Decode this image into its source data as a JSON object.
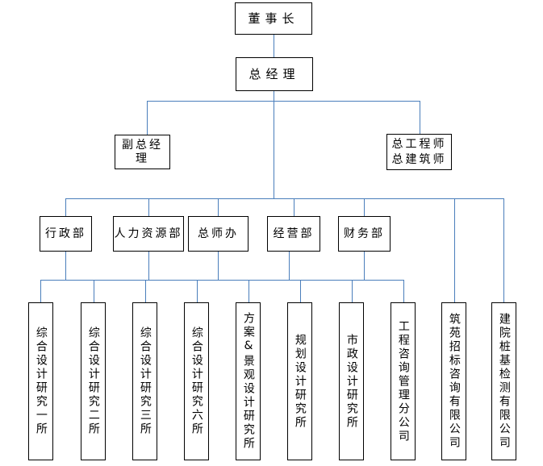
{
  "diagram": {
    "type": "org-chart",
    "colors": {
      "connector_line": "#4a7ebb",
      "box_border": "#000000",
      "box_fill": "#ffffff",
      "text": "#000000",
      "background": "#ffffff"
    },
    "chairman": "董事长",
    "general_manager": "总经理",
    "deputy_general_manager": "副总经理",
    "chief_engineer_lines": [
      "总工程师",
      "总建筑师"
    ],
    "departments": [
      "行政部",
      "人力资源部",
      "总师办",
      "经营部",
      "财务部"
    ],
    "units": [
      "综合设计研究一所",
      "综合设计研究二所",
      "综合设计研究三所",
      "综合设计研究六所",
      "方案&景观设计研究所",
      "规划设计研究所",
      "市政设计研究所",
      "工程咨询管理分公司",
      "筑苑招标咨询有限公司",
      "建院桩基检测有限公司"
    ]
  }
}
